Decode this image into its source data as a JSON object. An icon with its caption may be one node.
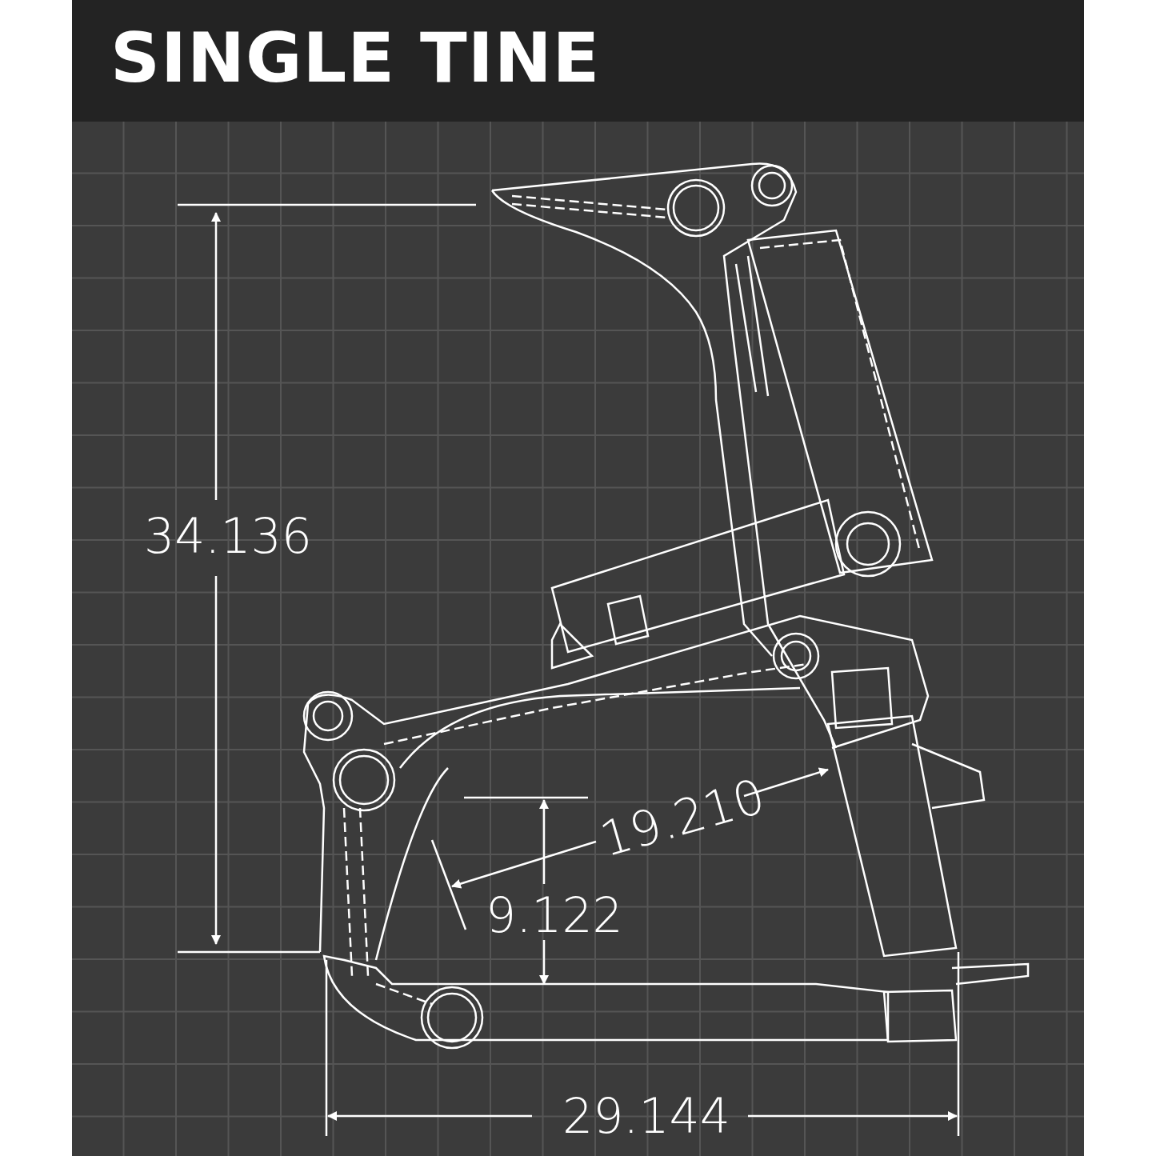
{
  "diagram": {
    "title": "SINGLE TINE",
    "labels": [
      "34.136",
      "19.210",
      "9.122",
      "29.144"
    ]
  }
}
